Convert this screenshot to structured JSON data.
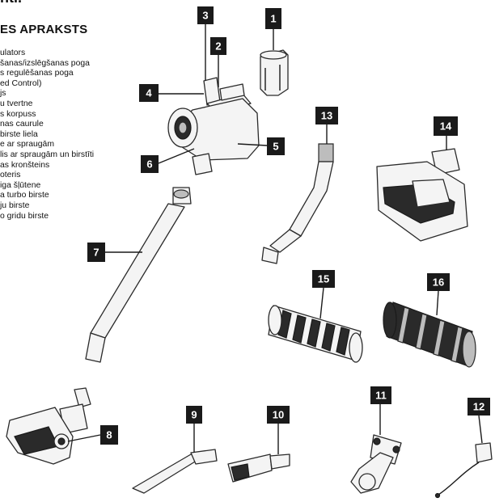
{
  "header": {
    "top_fragment": "nti.",
    "title": "ES APRAKSTS"
  },
  "parts_list": [
    "ulators",
    "šanas/izslēgšanas poga",
    "s regulēšanas poga",
    "ed Control)",
    "js",
    "u tvertne",
    "s korpuss",
    "nas caurule",
    "birste liela",
    "e ar spraugām",
    "lis ar spraugām un birstīti",
    "as kronšteins",
    "oteris",
    "iga šļūtene",
    "a turbo birste",
    "ju birste",
    "o gridu birste"
  ],
  "callouts": [
    "1",
    "2",
    "3",
    "4",
    "5",
    "6",
    "7",
    "8",
    "9",
    "10",
    "11",
    "12",
    "13",
    "14",
    "15",
    "16"
  ],
  "colors": {
    "ink": "#1a1a1a",
    "label_text": "#ffffff",
    "background": "#ffffff"
  }
}
